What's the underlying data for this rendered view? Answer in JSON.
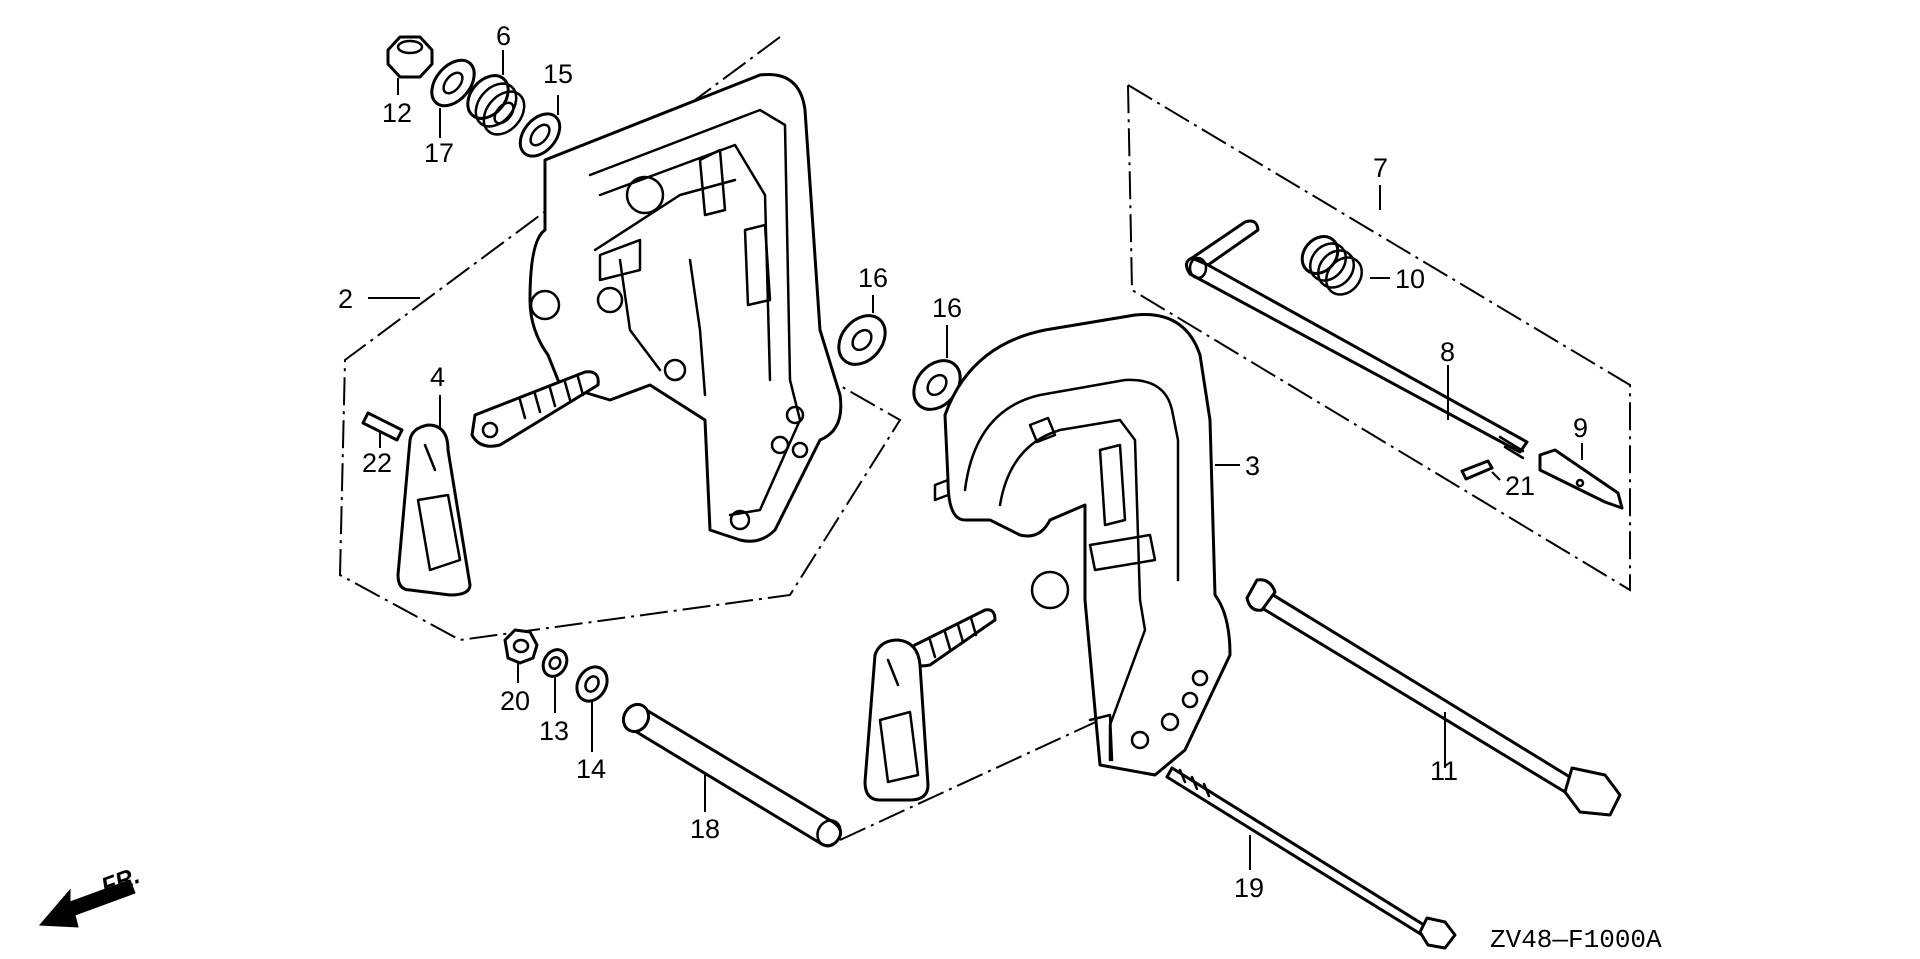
{
  "diagram": {
    "drawing_code": "ZV48—F1000A",
    "direction_label": "FR.",
    "callouts": {
      "c2": "2",
      "c3": "3",
      "c4": "4",
      "c6": "6",
      "c7": "7",
      "c8": "8",
      "c9": "9",
      "c10": "10",
      "c11": "11",
      "c12": "12",
      "c13": "13",
      "c14": "14",
      "c15": "15",
      "c16a": "16",
      "c16b": "16",
      "c17": "17",
      "c18": "18",
      "c19": "19",
      "c20": "20",
      "c21": "21",
      "c22": "22"
    }
  }
}
